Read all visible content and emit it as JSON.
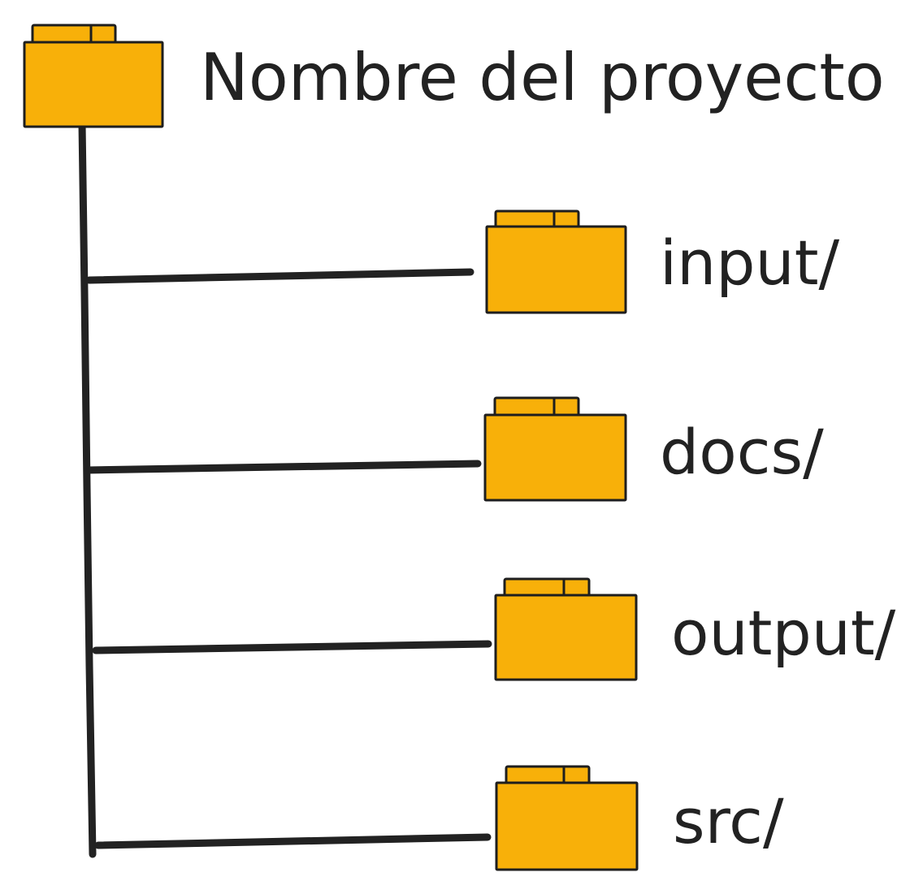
{
  "colors": {
    "folder_fill": "#F8B009",
    "line": "#222222",
    "text": "#222222"
  },
  "root": {
    "label": "Nombre del proyecto",
    "icon": "folder-icon"
  },
  "children": [
    {
      "label": "input/",
      "icon": "folder-icon"
    },
    {
      "label": "docs/",
      "icon": "folder-icon"
    },
    {
      "label": "output/",
      "icon": "folder-icon"
    },
    {
      "label": "src/",
      "icon": "folder-icon"
    }
  ]
}
